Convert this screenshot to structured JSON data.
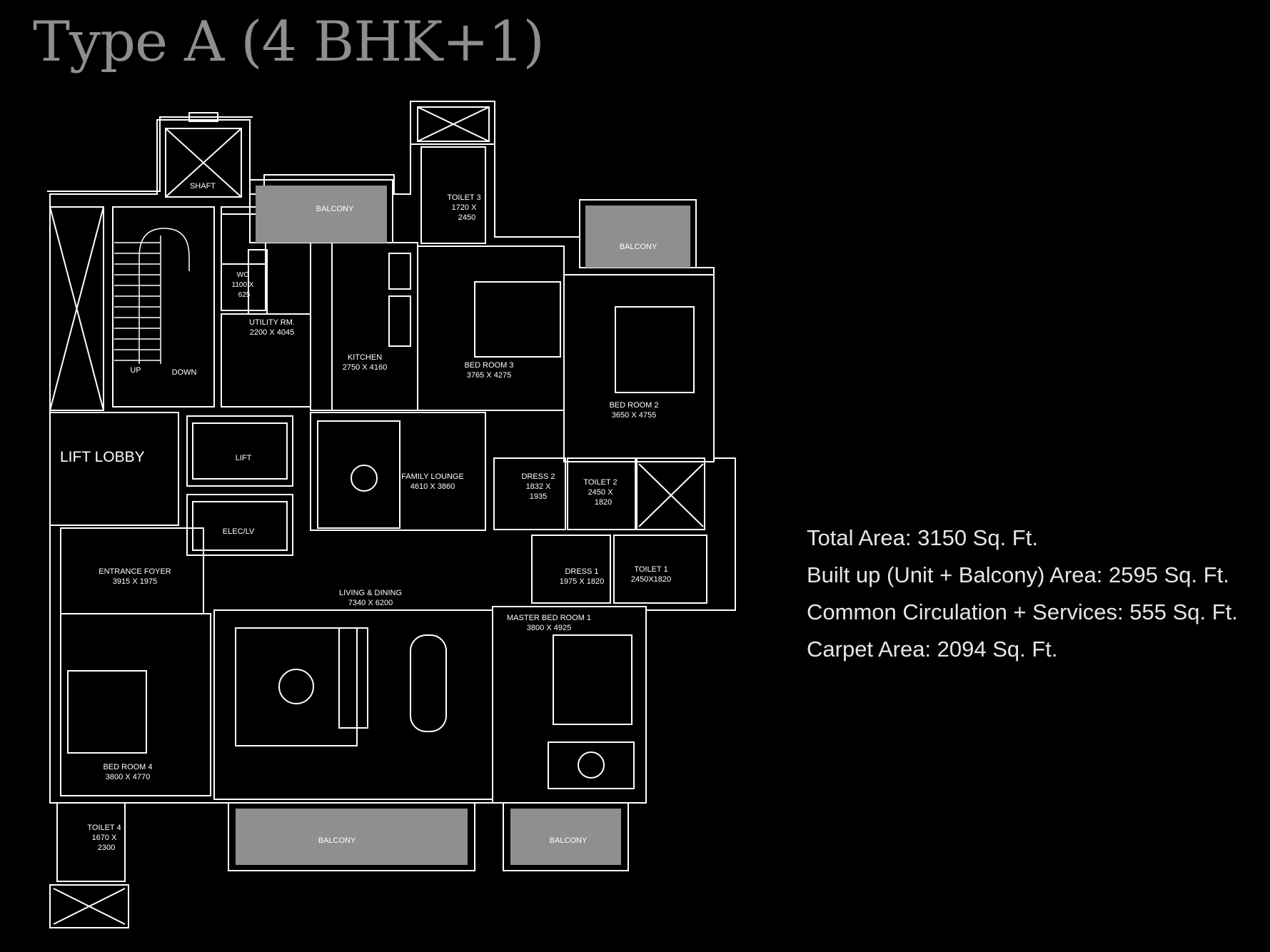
{
  "title": "Type A (4 BHK+1)",
  "rooms": {
    "shaft": {
      "name": "SHAFT"
    },
    "balcony_top": {
      "name": "BALCONY"
    },
    "toilet3": {
      "name": "TOILET 3",
      "dim1": "1720  X",
      "dim2": "2450"
    },
    "balcony_right": {
      "name": "BALCONY"
    },
    "wc": {
      "name": "WC",
      "dim1": "1100  X",
      "dim2": "625"
    },
    "utility": {
      "name": "UTILITY RM.",
      "dim": "2200  X  4045"
    },
    "kitchen": {
      "name": "KITCHEN",
      "dim": "2750  X  4160"
    },
    "bed3": {
      "name": "BED ROOM 3",
      "dim": "3765  X  4275"
    },
    "bed2": {
      "name": "BED ROOM 2",
      "dim": "3650  X  4755"
    },
    "stairs": {
      "up": "UP",
      "down": "DOWN"
    },
    "lift_lobby": {
      "name": "LIFT LOBBY"
    },
    "lift": {
      "name": "LIFT"
    },
    "elec": {
      "name": "ELEC/LV"
    },
    "family_lounge": {
      "name": "FAMILY LOUNGE",
      "dim": "4610  X  3860"
    },
    "dress2": {
      "name": "DRESS 2",
      "dim1": "1832  X",
      "dim2": "1935"
    },
    "toilet2": {
      "name": "TOILET 2",
      "dim1": "2450  X",
      "dim2": "1820"
    },
    "entrance": {
      "name": "ENTRANCE FOYER",
      "dim": "3915  X  1975"
    },
    "living": {
      "name": "LIVING & DINING",
      "dim": "7340  X  6200"
    },
    "dress1": {
      "name": "DRESS 1",
      "dim": "1975  X  1820"
    },
    "toilet1": {
      "name": "TOILET 1",
      "dim": "2450X1820"
    },
    "master": {
      "name": "MASTER BED ROOM 1",
      "dim": "3800  X  4925"
    },
    "bed4": {
      "name": "BED ROOM 4",
      "dim": "3800  X  4770"
    },
    "toilet4": {
      "name": "TOILET 4",
      "dim1": "1670  X",
      "dim2": "2300"
    },
    "balcony_bottom_left": {
      "name": "BALCONY"
    },
    "balcony_bottom_right": {
      "name": "BALCONY"
    }
  },
  "specs": {
    "total": "Total Area: 3150 Sq. Ft.",
    "built_up": "Built up (Unit + Balcony) Area: 2595 Sq. Ft.",
    "common": "Common Circulation + Services: 555 Sq. Ft.",
    "carpet": "Carpet Area: 2094 Sq. Ft."
  },
  "colors": {
    "background": "#000000",
    "walls": "#ffffff",
    "balcony_fill": "#8f8f8f",
    "title": "#8e8e8e",
    "specs_text": "#e6e6e6"
  }
}
